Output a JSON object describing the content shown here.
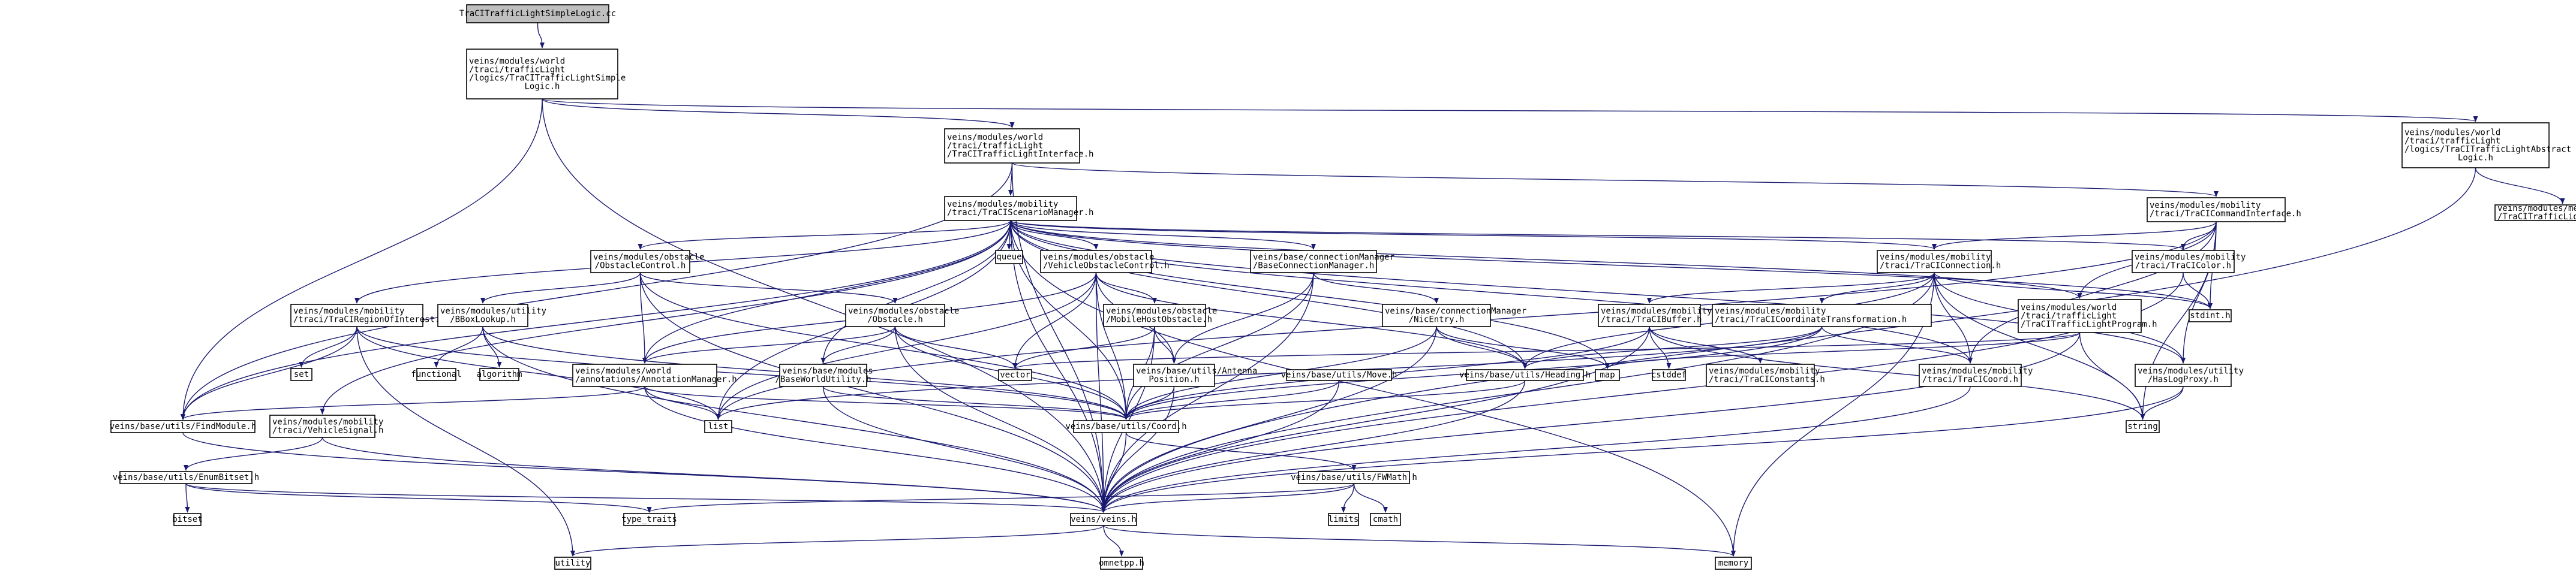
{
  "diagram": {
    "title": "TraCITrafficLightSimpleLogic.cc include dependency graph",
    "colors": {
      "edge": "#191970",
      "root_fill": "#bfbfbf",
      "node_fill": "#ffffff",
      "text": "#000000"
    },
    "nodes": [
      {
        "id": "root",
        "lines": [
          "TraCITrafficLightSimpleLogic.cc"
        ],
        "root": true
      },
      {
        "id": "simplelogic_h",
        "lines": [
          "veins/modules/world",
          "/traci/trafficLight",
          "/logics/TraCITrafficLightSimple",
          "Logic.h"
        ]
      },
      {
        "id": "tl_interface",
        "lines": [
          "veins/modules/world",
          "/traci/trafficLight",
          "/TraCITrafficLightInterface.h"
        ]
      },
      {
        "id": "abstract_logic",
        "lines": [
          "veins/modules/world",
          "/traci/trafficLight",
          "/logics/TraCITrafficLightAbstract",
          "Logic.h"
        ]
      },
      {
        "id": "scenario_mgr",
        "lines": [
          "veins/modules/mobility",
          "/traci/TraCIScenarioManager.h"
        ]
      },
      {
        "id": "cmd_iface",
        "lines": [
          "veins/modules/mobility",
          "/traci/TraCICommandInterface.h"
        ]
      },
      {
        "id": "tl_message",
        "lines": [
          "veins/modules/messages",
          "/TraCITrafficLightMessage_m.h"
        ]
      },
      {
        "id": "queue",
        "lines": [
          "queue"
        ]
      },
      {
        "id": "obstacle_ctrl",
        "lines": [
          "veins/modules/obstacle",
          "/ObstacleControl.h"
        ]
      },
      {
        "id": "vehicle_obstacle_ctrl",
        "lines": [
          "veins/modules/obstacle",
          "/VehicleObstacleControl.h"
        ]
      },
      {
        "id": "base_conn_mgr",
        "lines": [
          "veins/base/connectionManager",
          "/BaseConnectionManager.h"
        ]
      },
      {
        "id": "traci_connection",
        "lines": [
          "veins/modules/mobility",
          "/traci/TraCIConnection.h"
        ]
      },
      {
        "id": "traci_color",
        "lines": [
          "veins/modules/mobility",
          "/traci/TraCIColor.h"
        ]
      },
      {
        "id": "region_of_interest",
        "lines": [
          "veins/modules/mobility",
          "/traci/TraCIRegionOfInterest.h"
        ]
      },
      {
        "id": "bbox_lookup",
        "lines": [
          "veins/modules/utility",
          "/BBoxLookup.h"
        ]
      },
      {
        "id": "obstacle_h",
        "lines": [
          "veins/modules/obstacle",
          "/Obstacle.h"
        ]
      },
      {
        "id": "mobile_host_obstacle",
        "lines": [
          "veins/modules/obstacle",
          "/MobileHostObstacle.h"
        ]
      },
      {
        "id": "nic_entry",
        "lines": [
          "veins/base/connectionManager",
          "/NicEntry.h"
        ]
      },
      {
        "id": "traci_buffer",
        "lines": [
          "veins/modules/mobility",
          "/traci/TraCIBuffer.h"
        ]
      },
      {
        "id": "coord_transform",
        "lines": [
          "veins/modules/mobility",
          "/traci/TraCICoordinateTransformation.h"
        ]
      },
      {
        "id": "tl_program",
        "lines": [
          "veins/modules/world",
          "/traci/trafficLight",
          "/TraCITrafficLightProgram.h"
        ]
      },
      {
        "id": "stdint",
        "lines": [
          "stdint.h"
        ]
      },
      {
        "id": "set",
        "lines": [
          "set"
        ]
      },
      {
        "id": "functional",
        "lines": [
          "functional"
        ]
      },
      {
        "id": "algorithm",
        "lines": [
          "algorithm"
        ]
      },
      {
        "id": "annotation_mgr",
        "lines": [
          "veins/modules/world",
          "/annotations/AnnotationManager.h"
        ]
      },
      {
        "id": "base_world_utility",
        "lines": [
          "veins/base/modules",
          "/BaseWorldUtility.h"
        ]
      },
      {
        "id": "vector",
        "lines": [
          "vector"
        ]
      },
      {
        "id": "antenna_position",
        "lines": [
          "veins/base/utils/Antenna",
          "Position.h"
        ]
      },
      {
        "id": "move_h",
        "lines": [
          "veins/base/utils/Move.h"
        ]
      },
      {
        "id": "heading_h",
        "lines": [
          "veins/base/utils/Heading.h"
        ]
      },
      {
        "id": "map",
        "lines": [
          "map"
        ]
      },
      {
        "id": "cstddef",
        "lines": [
          "cstddef"
        ]
      },
      {
        "id": "traci_constants",
        "lines": [
          "veins/modules/mobility",
          "/traci/TraCIConstants.h"
        ]
      },
      {
        "id": "traci_coord",
        "lines": [
          "veins/modules/mobility",
          "/traci/TraCICoord.h"
        ]
      },
      {
        "id": "has_log_proxy",
        "lines": [
          "veins/modules/utility",
          "/HasLogProxy.h"
        ]
      },
      {
        "id": "find_module",
        "lines": [
          "veins/base/utils/FindModule.h"
        ]
      },
      {
        "id": "vehicle_signal",
        "lines": [
          "veins/modules/mobility",
          "/traci/VehicleSignal.h"
        ]
      },
      {
        "id": "list",
        "lines": [
          "list"
        ]
      },
      {
        "id": "coord_h",
        "lines": [
          "veins/base/utils/Coord.h"
        ]
      },
      {
        "id": "string",
        "lines": [
          "string"
        ]
      },
      {
        "id": "enum_bitset",
        "lines": [
          "veins/base/utils/EnumBitset.h"
        ]
      },
      {
        "id": "fwmath",
        "lines": [
          "veins/base/utils/FWMath.h"
        ]
      },
      {
        "id": "bitset",
        "lines": [
          "bitset"
        ]
      },
      {
        "id": "type_traits",
        "lines": [
          "type_traits"
        ]
      },
      {
        "id": "veins_h",
        "lines": [
          "veins/veins.h"
        ]
      },
      {
        "id": "limits",
        "lines": [
          "limits"
        ]
      },
      {
        "id": "cmath",
        "lines": [
          "cmath"
        ]
      },
      {
        "id": "utility",
        "lines": [
          "utility"
        ]
      },
      {
        "id": "omnetpp",
        "lines": [
          "omnetpp.h"
        ]
      },
      {
        "id": "memory",
        "lines": [
          "memory"
        ]
      }
    ],
    "edges": [
      [
        "root",
        "simplelogic_h"
      ],
      [
        "simplelogic_h",
        "tl_interface"
      ],
      [
        "simplelogic_h",
        "abstract_logic"
      ],
      [
        "simplelogic_h",
        "find_module"
      ],
      [
        "simplelogic_h",
        "veins_h"
      ],
      [
        "abstract_logic",
        "tl_message"
      ],
      [
        "abstract_logic",
        "veins_h"
      ],
      [
        "tl_interface",
        "scenario_mgr"
      ],
      [
        "tl_interface",
        "cmd_iface"
      ],
      [
        "tl_interface",
        "find_module"
      ],
      [
        "tl_interface",
        "veins_h"
      ],
      [
        "cmd_iface",
        "traci_connection"
      ],
      [
        "cmd_iface",
        "traci_color"
      ],
      [
        "cmd_iface",
        "tl_program"
      ],
      [
        "cmd_iface",
        "stdint"
      ],
      [
        "cmd_iface",
        "traci_coord"
      ],
      [
        "cmd_iface",
        "has_log_proxy"
      ],
      [
        "cmd_iface",
        "string"
      ],
      [
        "cmd_iface",
        "list"
      ],
      [
        "scenario_mgr",
        "queue"
      ],
      [
        "scenario_mgr",
        "obstacle_ctrl"
      ],
      [
        "scenario_mgr",
        "vehicle_obstacle_ctrl"
      ],
      [
        "scenario_mgr",
        "base_conn_mgr"
      ],
      [
        "scenario_mgr",
        "traci_connection"
      ],
      [
        "scenario_mgr",
        "traci_color"
      ],
      [
        "scenario_mgr",
        "region_of_interest"
      ],
      [
        "scenario_mgr",
        "annotation_mgr"
      ],
      [
        "scenario_mgr",
        "base_world_utility"
      ],
      [
        "scenario_mgr",
        "find_module"
      ],
      [
        "scenario_mgr",
        "coord_h"
      ],
      [
        "scenario_mgr",
        "veins_h"
      ],
      [
        "scenario_mgr",
        "map"
      ],
      [
        "scenario_mgr",
        "list"
      ],
      [
        "scenario_mgr",
        "memory"
      ],
      [
        "scenario_mgr",
        "traci_coord"
      ],
      [
        "scenario_mgr",
        "heading_h"
      ],
      [
        "scenario_mgr",
        "tl_program"
      ],
      [
        "scenario_mgr",
        "stdint"
      ],
      [
        "scenario_mgr",
        "vehicle_signal"
      ],
      [
        "scenario_mgr",
        "has_log_proxy"
      ],
      [
        "obstacle_ctrl",
        "bbox_lookup"
      ],
      [
        "obstacle_ctrl",
        "obstacle_h"
      ],
      [
        "obstacle_ctrl",
        "annotation_mgr"
      ],
      [
        "obstacle_ctrl",
        "veins_h"
      ],
      [
        "obstacle_ctrl",
        "coord_h"
      ],
      [
        "vehicle_obstacle_ctrl",
        "mobile_host_obstacle"
      ],
      [
        "vehicle_obstacle_ctrl",
        "annotation_mgr"
      ],
      [
        "vehicle_obstacle_ctrl",
        "coord_h"
      ],
      [
        "vehicle_obstacle_ctrl",
        "veins_h"
      ],
      [
        "vehicle_obstacle_ctrl",
        "vector"
      ],
      [
        "vehicle_obstacle_ctrl",
        "list"
      ],
      [
        "vehicle_obstacle_ctrl",
        "antenna_position"
      ],
      [
        "vehicle_obstacle_ctrl",
        "heading_h"
      ],
      [
        "base_conn_mgr",
        "nic_entry"
      ],
      [
        "base_conn_mgr",
        "coord_h"
      ],
      [
        "base_conn_mgr",
        "veins_h"
      ],
      [
        "base_conn_mgr",
        "antenna_position"
      ],
      [
        "traci_connection",
        "traci_buffer"
      ],
      [
        "traci_connection",
        "coord_transform"
      ],
      [
        "traci_connection",
        "traci_coord"
      ],
      [
        "traci_connection",
        "has_log_proxy"
      ],
      [
        "traci_connection",
        "heading_h"
      ],
      [
        "traci_connection",
        "stdint"
      ],
      [
        "traci_connection",
        "string"
      ],
      [
        "traci_connection",
        "veins_h"
      ],
      [
        "traci_connection",
        "memory"
      ],
      [
        "traci_color",
        "stdint"
      ],
      [
        "traci_color",
        "veins_h"
      ],
      [
        "region_of_interest",
        "set"
      ],
      [
        "region_of_interest",
        "list"
      ],
      [
        "region_of_interest",
        "coord_h"
      ],
      [
        "region_of_interest",
        "utility"
      ],
      [
        "region_of_interest",
        "find_module"
      ],
      [
        "bbox_lookup",
        "functional"
      ],
      [
        "bbox_lookup",
        "algorithm"
      ],
      [
        "bbox_lookup",
        "coord_h"
      ],
      [
        "bbox_lookup",
        "veins_h"
      ],
      [
        "obstacle_h",
        "vector"
      ],
      [
        "obstacle_h",
        "coord_h"
      ],
      [
        "obstacle_h",
        "annotation_mgr"
      ],
      [
        "obstacle_h",
        "base_world_utility"
      ],
      [
        "obstacle_h",
        "veins_h"
      ],
      [
        "mobile_host_obstacle",
        "vector"
      ],
      [
        "mobile_host_obstacle",
        "coord_h"
      ],
      [
        "mobile_host_obstacle",
        "veins_h"
      ],
      [
        "mobile_host_obstacle",
        "antenna_position"
      ],
      [
        "nic_entry",
        "heading_h"
      ],
      [
        "nic_entry",
        "map"
      ],
      [
        "nic_entry",
        "coord_h"
      ],
      [
        "nic_entry",
        "veins_h"
      ],
      [
        "traci_buffer",
        "cstddef"
      ],
      [
        "traci_buffer",
        "traci_constants"
      ],
      [
        "traci_buffer",
        "string"
      ],
      [
        "traci_buffer",
        "coord_h"
      ],
      [
        "traci_buffer",
        "veins_h"
      ],
      [
        "coord_transform",
        "traci_coord"
      ],
      [
        "coord_transform",
        "coord_h"
      ],
      [
        "coord_transform",
        "heading_h"
      ],
      [
        "coord_transform",
        "list"
      ],
      [
        "tl_program",
        "map"
      ],
      [
        "tl_program",
        "string"
      ],
      [
        "tl_program",
        "veins_h"
      ],
      [
        "tl_program",
        "vector"
      ],
      [
        "annotation_mgr",
        "list"
      ],
      [
        "annotation_mgr",
        "coord_h"
      ],
      [
        "annotation_mgr",
        "find_module"
      ],
      [
        "annotation_mgr",
        "veins_h"
      ],
      [
        "base_world_utility",
        "coord_h"
      ],
      [
        "base_world_utility",
        "veins_h"
      ],
      [
        "antenna_position",
        "coord_h"
      ],
      [
        "antenna_position",
        "veins_h"
      ],
      [
        "move_h",
        "coord_h"
      ],
      [
        "move_h",
        "veins_h"
      ],
      [
        "heading_h",
        "coord_h"
      ],
      [
        "heading_h",
        "veins_h"
      ],
      [
        "traci_coord",
        "veins_h"
      ],
      [
        "has_log_proxy",
        "string"
      ],
      [
        "has_log_proxy",
        "veins_h"
      ],
      [
        "find_module",
        "veins_h"
      ],
      [
        "vehicle_signal",
        "enum_bitset"
      ],
      [
        "vehicle_signal",
        "veins_h"
      ],
      [
        "coord_h",
        "fwmath"
      ],
      [
        "coord_h",
        "veins_h"
      ],
      [
        "enum_bitset",
        "bitset"
      ],
      [
        "enum_bitset",
        "type_traits"
      ],
      [
        "enum_bitset",
        "veins_h"
      ],
      [
        "fwmath",
        "limits"
      ],
      [
        "fwmath",
        "cmath"
      ],
      [
        "fwmath",
        "veins_h"
      ],
      [
        "fwmath",
        "type_traits"
      ],
      [
        "veins_h",
        "omnetpp"
      ],
      [
        "veins_h",
        "utility"
      ],
      [
        "veins_h",
        "memory"
      ]
    ]
  }
}
